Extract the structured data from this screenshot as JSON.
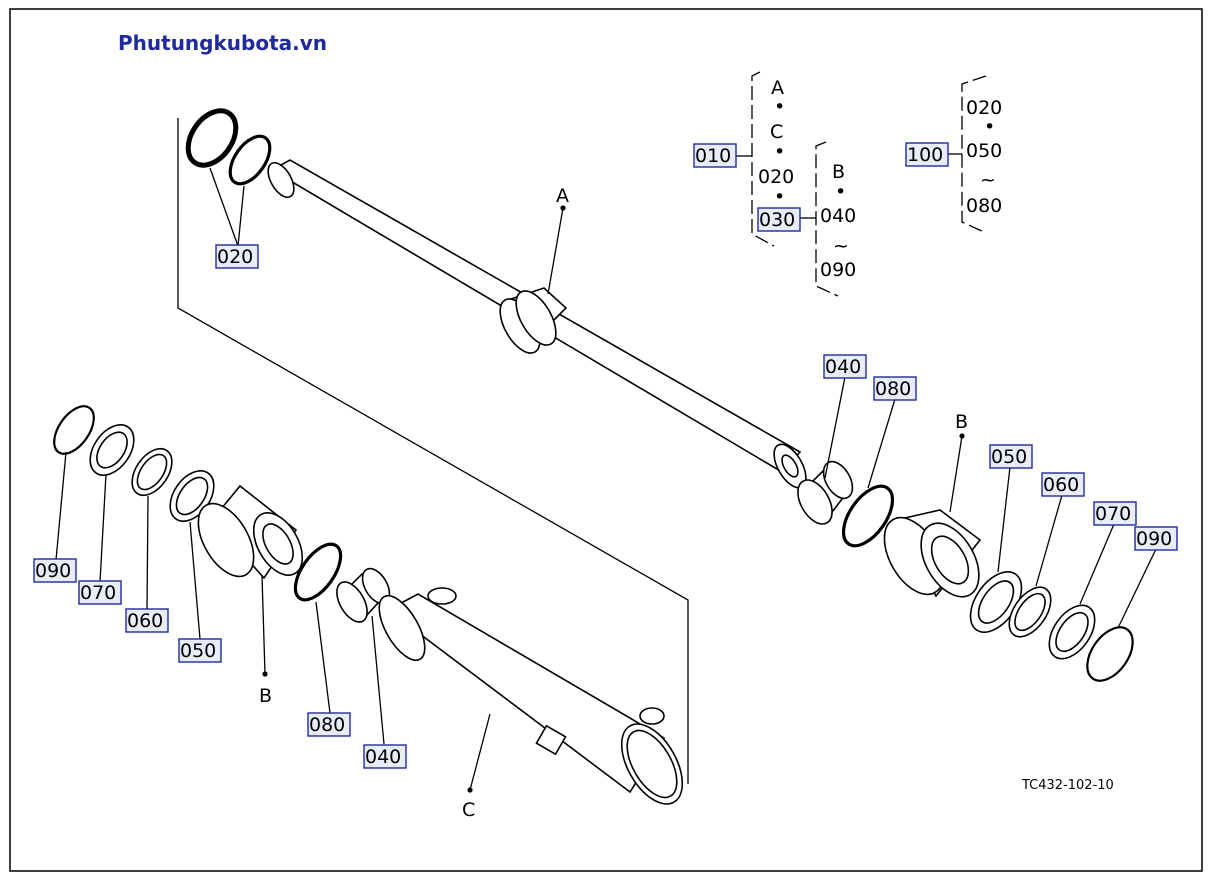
{
  "brand": "Phutungkubota.vn",
  "drawing_code": "TC432-102-10",
  "labels": {
    "p020": "020",
    "p010": "010",
    "p030": "030",
    "p100": "100",
    "p040_right": "040",
    "p080_right": "080",
    "p050_right": "050",
    "p060_right": "060",
    "p070_right": "070",
    "p090_right": "090",
    "p090_left": "090",
    "p070_left": "070",
    "p060_left": "060",
    "p050_left": "050",
    "p080_left": "080",
    "p040_left": "040"
  },
  "refs": {
    "a_rod": "A",
    "b_right": "B",
    "b_left": "B",
    "c_tube": "C"
  },
  "legend1": {
    "a": "A",
    "dot1": "•",
    "c": "C",
    "dot2": "•",
    "v020": "020",
    "dot3": "•",
    "b": "B",
    "dot4": "•",
    "v040": "040",
    "tilde": "~",
    "v090": "090"
  },
  "legend2": {
    "v020": "020",
    "dot": "•",
    "v050": "050",
    "tilde": "~",
    "v080": "080"
  }
}
